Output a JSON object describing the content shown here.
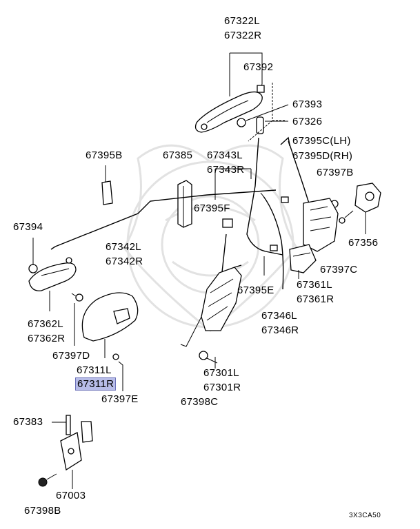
{
  "labels": {
    "p67322L": "67322L",
    "p67322R": "67322R",
    "p67392": "67392",
    "p67393": "67393",
    "p67326": "67326",
    "p67395C": "67395C(LH)",
    "p67395D": "67395D(RH)",
    "p67395B": "67395B",
    "p67385": "67385",
    "p67343L": "67343L",
    "p67343R": "67343R",
    "p67397B": "67397B",
    "p67394": "67394",
    "p67395F": "67395F",
    "p67356": "67356",
    "p67342L": "67342L",
    "p67342R": "67342R",
    "p67397C": "67397C",
    "p67361L": "67361L",
    "p67361R": "67361R",
    "p67395E": "67395E",
    "p67362L": "67362L",
    "p67362R": "67362R",
    "p67346L": "67346L",
    "p67346R": "67346R",
    "p67397D": "67397D",
    "p67311L": "67311L",
    "p67311R": "67311R",
    "p67301L": "67301L",
    "p67301R": "67301R",
    "p67397E": "67397E",
    "p67398C": "67398C",
    "p67383": "67383",
    "p67003": "67003",
    "p67398B": "67398B"
  },
  "diagram_code": "3X3CA50",
  "colors": {
    "highlight": "#b7bce8",
    "line": "#000000",
    "watermark": "#e2e2e2"
  }
}
